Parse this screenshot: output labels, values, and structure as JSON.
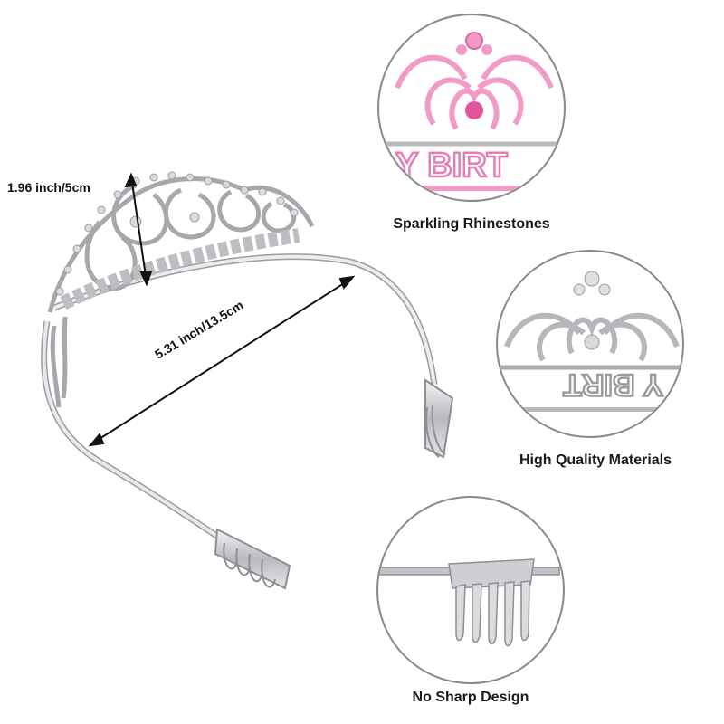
{
  "dimensions": {
    "height_label": "1.96 inch/5cm",
    "width_label": "5.31 inch/13.5cm"
  },
  "features": [
    {
      "caption": "Sparkling Rhinestones",
      "zoom_text": "Y BIRT",
      "icon": "pink-crown-closeup"
    },
    {
      "caption": "High Quality Materials",
      "zoom_text": "Y BIRT",
      "icon": "silver-crown-closeup"
    },
    {
      "caption": "No Sharp Design",
      "icon": "comb-closeup"
    }
  ],
  "colors": {
    "background": "#ffffff",
    "silver": "#c8c8cc",
    "pink_stone": "#f29bc6",
    "text": "#111111"
  }
}
